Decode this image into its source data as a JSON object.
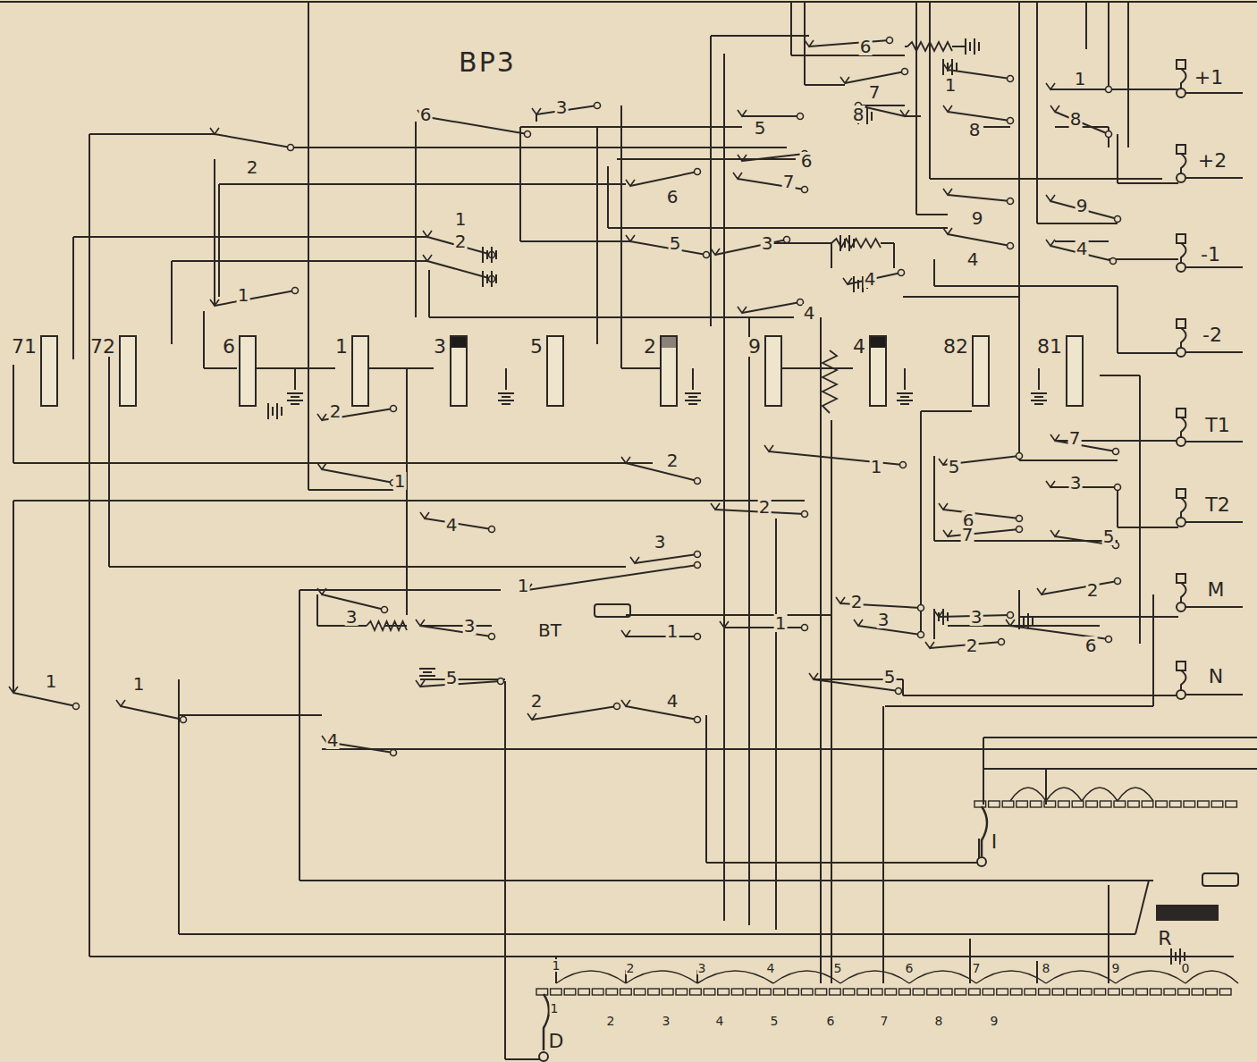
{
  "diagram": {
    "nodes": [
      {
        "text": [
          "71"
        ]
      },
      {
        "text": [
          "72"
        ]
      },
      {
        "text": [
          "6"
        ]
      },
      {
        "text": [
          "1"
        ]
      },
      {
        "text": [
          "3"
        ]
      },
      {
        "text": [
          "5"
        ]
      },
      {
        "text": [
          "2"
        ]
      },
      {
        "text": [
          "9"
        ]
      },
      {
        "text": [
          "4"
        ]
      },
      {
        "text": [
          "82"
        ]
      },
      {
        "text": [
          "81"
        ]
      }
    ],
    "edges": [
      {
        "from": 2,
        "to": 3,
        "arrow": "none"
      },
      {
        "from": 3,
        "to": 4,
        "arrow": "none"
      },
      {
        "from": 7,
        "to": 8,
        "arrow": "none"
      }
    ],
    "labels": [
      "BP3",
      "6",
      "7",
      "1",
      "1",
      "8",
      "8",
      "8",
      "3",
      "6",
      "5",
      "2",
      "6",
      "6",
      "7",
      "9",
      "9",
      "5",
      "3",
      "4",
      "4",
      "1",
      "2",
      "4",
      "4",
      "1",
      "2",
      "1",
      "2",
      "1",
      "7",
      "5",
      "3",
      "6",
      "7",
      "5",
      "2",
      "4",
      "3",
      "1",
      "3",
      "3",
      "BT",
      "1",
      "1",
      "2",
      "3",
      "3",
      "6",
      "2",
      "2",
      "1",
      "1",
      "5",
      "2",
      "4",
      "5",
      "4",
      "+1",
      "+2",
      "-1",
      "-2",
      "T1",
      "T2",
      "M",
      "N",
      "I",
      "R",
      "D",
      "1",
      "2",
      "3",
      "4",
      "5",
      "6",
      "7",
      "8",
      "9",
      "0",
      "1",
      "2",
      "3",
      "4",
      "5",
      "6",
      "7",
      "8",
      "9"
    ]
  }
}
